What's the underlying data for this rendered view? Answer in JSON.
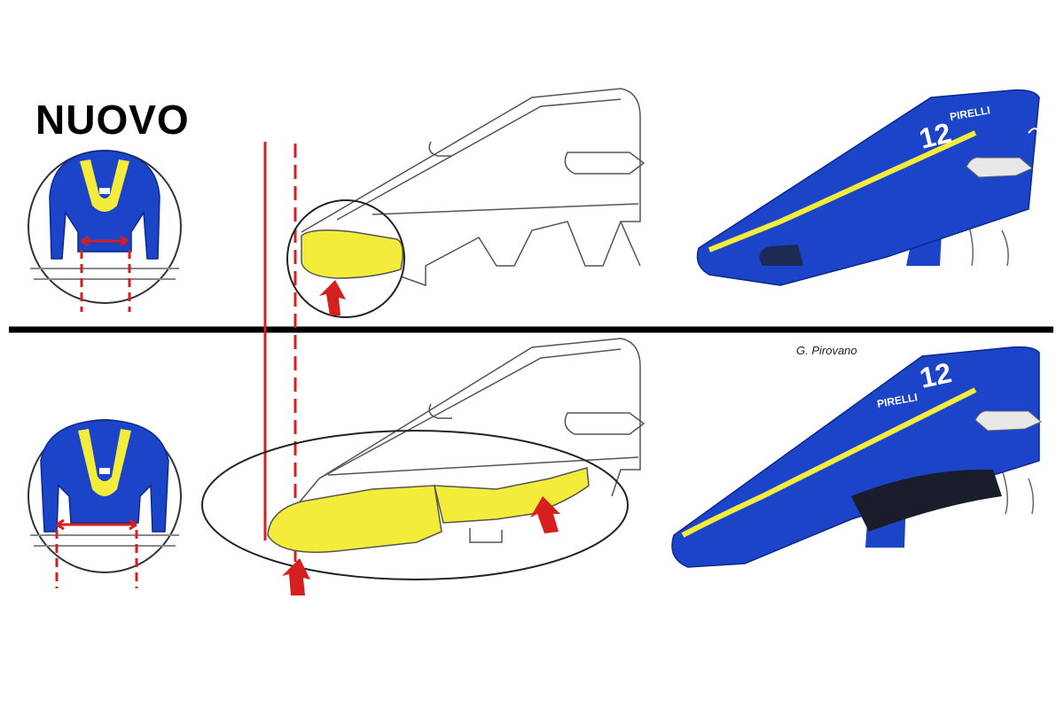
{
  "title": "NUOVO",
  "credit": "G. Pirovano",
  "car_number": "12",
  "sponsor": "PIRELLI",
  "colors": {
    "blue": "#1b44c8",
    "yellow": "#f3ec3a",
    "red": "#d61f1f",
    "outline": "#555555",
    "divider": "#000000"
  }
}
